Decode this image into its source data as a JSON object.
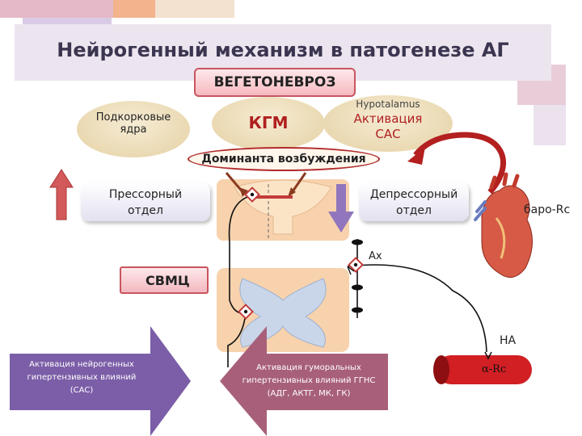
{
  "title": "Нейрогенный механизм в патогенезе АГ",
  "vegetonevroz": "ВЕГЕТОНЕВРОЗ",
  "clouds": {
    "subcortical": "Подкорковые\nядра",
    "kgm": "КГМ",
    "hypothalamus_title": "Hypotalamus",
    "hypothalamus_text": "Активация\nСАС"
  },
  "dominanta": "Доминанта возбуждения",
  "pressor": "Прессорный\nотдел",
  "depressor": "Депрессорный\nотдел",
  "svmc": "СВМЦ",
  "baro": "баро-Rc",
  "ax": "Ах",
  "na": "НА",
  "alpha_rc": "α-Rc",
  "arrow_left": "Активация нейрогенных\nгипертензивных влияний\n(САС)",
  "arrow_right": "Активация гуморальных\nгипертензивных влияний ГГНС\n(АДГ, АКТГ, МК, ГК)",
  "colors": {
    "accent_purple": "#7b5ea7",
    "accent_red": "#c23b3b",
    "arrow_mauve": "#a8607a",
    "cloud": "#ead9b2",
    "brain_tissue": "#f7d7b4"
  }
}
